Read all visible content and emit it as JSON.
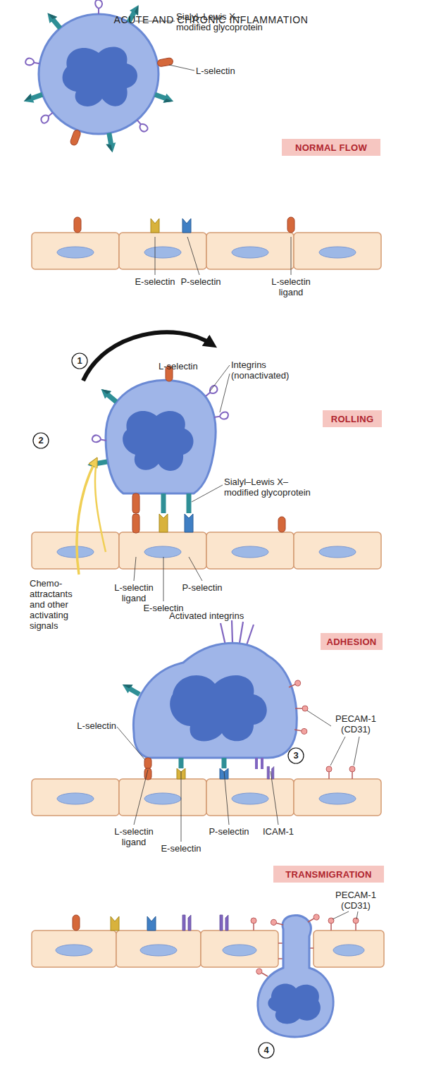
{
  "diagram": {
    "title": "ACUTE AND CHRONIC INFLAMMATION",
    "nodes": [
      {
        "text": [
          "NORMAL FLOW"
        ]
      },
      {
        "text": [
          "ROLLING"
        ]
      },
      {
        "text": [
          "ADHESION"
        ]
      },
      {
        "text": [
          "TRANSMIGRATION"
        ]
      }
    ],
    "labels": [
      "Sialyl–Lewis X– modified glycoprotein",
      "L-selectin",
      "E-selectin",
      "P-selectin",
      "L-selectin ligand",
      "1",
      "L-selectin",
      "Integrins (nonactivated)",
      "2",
      "Sialyl–Lewis X– modified glycoprotein",
      "Chemo- attractants and other activating signals",
      "L-selectin ligand",
      "E-selectin",
      "P-selectin",
      "Activated integrins",
      "PECAM-1 (CD31)",
      "L-selectin",
      "3",
      "L-selectin ligand",
      "E-selectin",
      "P-selectin",
      "ICAM-1",
      "PECAM-1 (CD31)",
      "4"
    ]
  }
}
